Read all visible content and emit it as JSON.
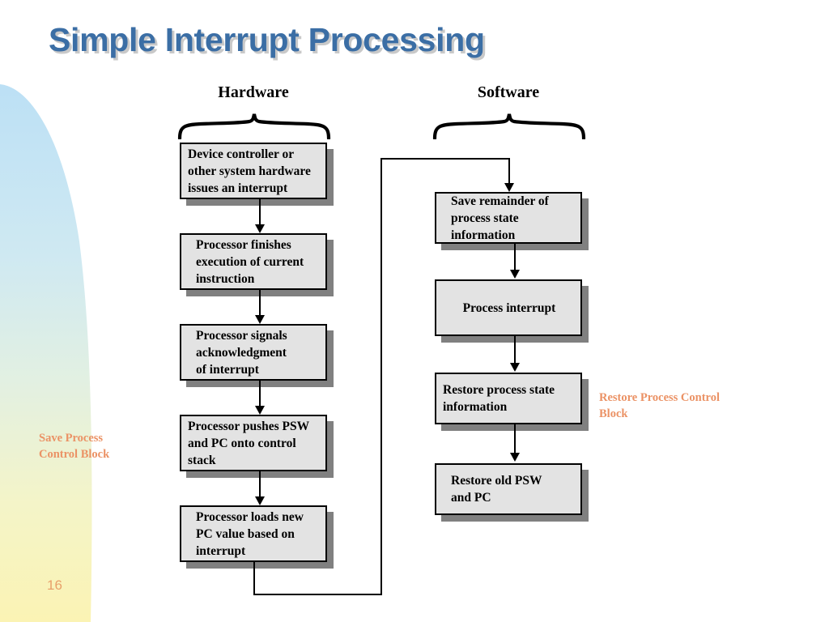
{
  "slide": {
    "title": "Simple Interrupt Processing",
    "page_number": "16"
  },
  "columns": {
    "hardware_label": "Hardware",
    "software_label": "Software"
  },
  "colors": {
    "title": "#3b6ea5",
    "title_shadow": "#c9c9c9",
    "box_fill": "#e3e3e3",
    "box_border": "#000000",
    "box_shadow": "#808080",
    "annotation": "#eb9265",
    "page_number": "#e8a06a",
    "bg_gradient_top": "#bce0f5",
    "bg_gradient_bottom": "#fbf3b4"
  },
  "hardware_steps": [
    {
      "id": "device-controller-interrupt",
      "lines": [
        "Device controller or",
        "other system hardware",
        "issues an interrupt"
      ],
      "align": "left"
    },
    {
      "id": "processor-finishes-execution",
      "lines": [
        "Processor finishes",
        "execution of current",
        "instruction"
      ],
      "align": "indent"
    },
    {
      "id": "processor-signals-ack",
      "lines": [
        "Processor signals",
        "acknowledgment",
        "of interrupt"
      ],
      "align": "indent"
    },
    {
      "id": "processor-pushes-psw-pc",
      "lines": [
        "Processor pushes PSW",
        "and PC onto control",
        "stack"
      ],
      "align": "left"
    },
    {
      "id": "processor-loads-new-pc",
      "lines": [
        "Processor loads new",
        "PC value based on",
        "interrupt"
      ],
      "align": "indent"
    }
  ],
  "software_steps": [
    {
      "id": "save-remainder-process-state",
      "lines": [
        "Save remainder of",
        "process state",
        "information"
      ],
      "align": "indent"
    },
    {
      "id": "process-interrupt",
      "lines": [
        "Process interrupt"
      ],
      "align": "center"
    },
    {
      "id": "restore-process-state",
      "lines": [
        "Restore process state",
        "information"
      ],
      "align": "left"
    },
    {
      "id": "restore-old-psw-pc",
      "lines": [
        "Restore old PSW",
        "and PC"
      ],
      "align": "indent"
    }
  ],
  "annotations": {
    "save_pcb": [
      "Save Process",
      "Control Block"
    ],
    "restore_pcb": [
      "Restore Process Control",
      "Block"
    ]
  }
}
